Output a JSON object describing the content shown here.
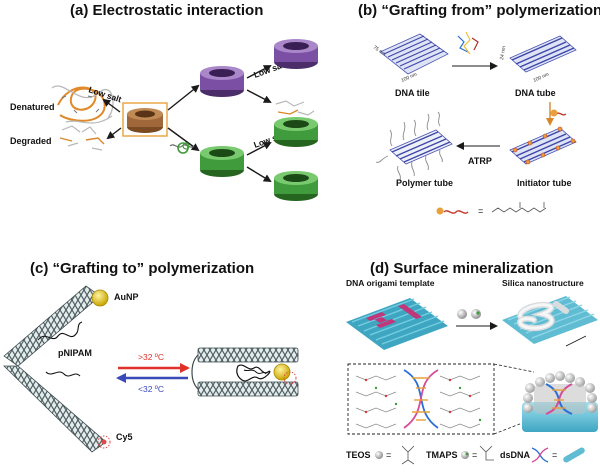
{
  "panels": {
    "a": {
      "title": "(a)  Electrostatic interaction",
      "denatured": "Denatured",
      "degraded": "Degraded",
      "low_salt_1": "Low salt",
      "low_salt_2": "Low salt",
      "low_salt_3": "Low salt"
    },
    "b": {
      "title": "(b)  “Grafting from” polymerization",
      "dna_tile": "DNA tile",
      "dna_tube": "DNA tube",
      "initiator_tube": "Initiator tube",
      "polymer_tube": "Polymer tube",
      "atrp": "ATRP",
      "dim_100nm_a": "100 nm",
      "dim_75nm": "75 nm",
      "dim_100nm_b": "100 nm",
      "dim_24nm": "24 nm",
      "equals": "="
    },
    "c": {
      "title": "(c)  “Grafting to” polymerization",
      "aunp": "AuNP",
      "pnipam": "pNIPAM",
      "cy5": "Cy5",
      "temp_up": ">32 ºC",
      "temp_down": "<32 ºC"
    },
    "d": {
      "title": "(d)  Surface mineralization",
      "template": "DNA origami template",
      "silica": "Silica nanostructure",
      "teos": "TEOS",
      "tmaps": "TMAPS",
      "dsdna": "dsDNA",
      "eq1": "=",
      "eq2": "=",
      "eq3": "="
    }
  },
  "colors": {
    "low_salt_arrow": "#1a1a1a",
    "heat_arrow": "#e0302a",
    "cool_arrow": "#3a49b8",
    "tube_purple": "#7b4fa3",
    "tube_green": "#3f9b3c",
    "tube_brown": "#a0683a",
    "highlight_box": "#e8a13a",
    "origami_blue": "#52b8d0",
    "origami_pink": "#c2367a",
    "aunp_gold": "#e0c41c",
    "cy5_red": "#e04a4a"
  }
}
